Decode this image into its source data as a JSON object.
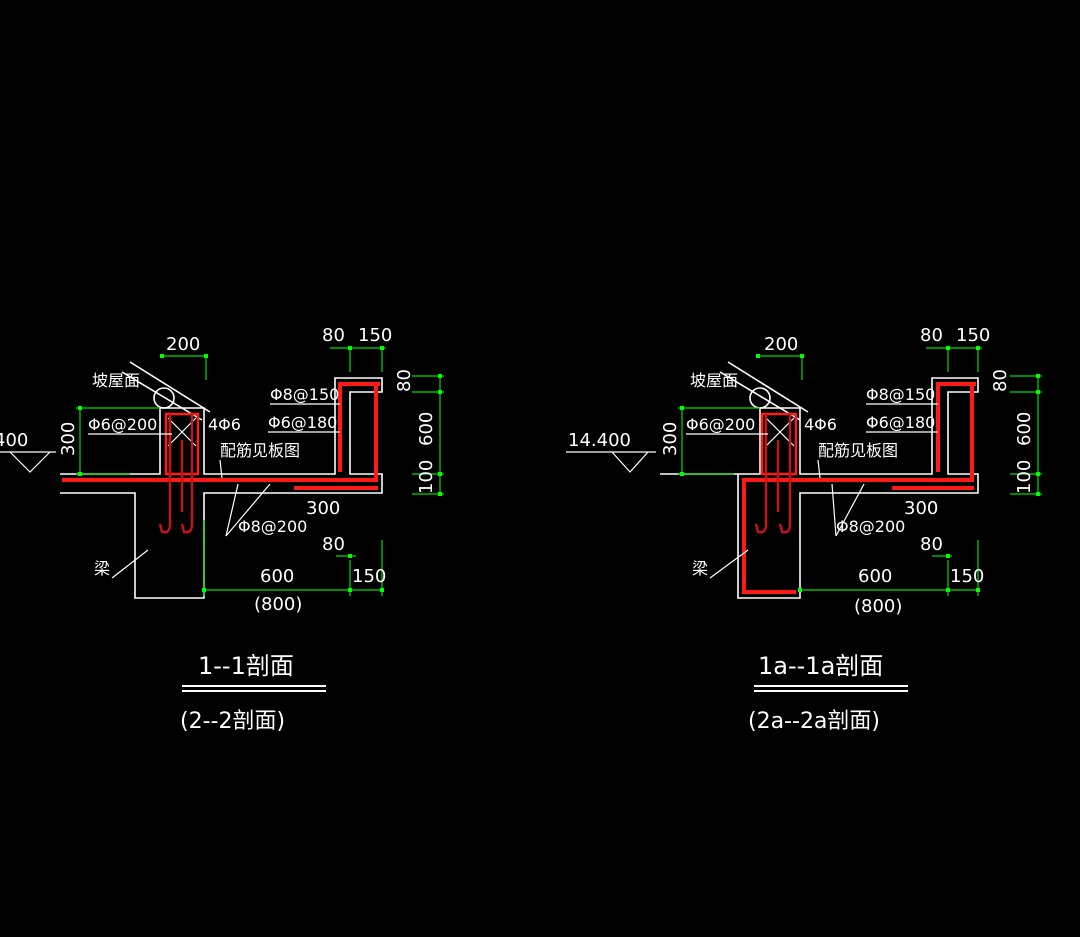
{
  "sections": [
    {
      "id": "s1",
      "title": "1--1剖面",
      "subtitle": "(2--2剖面)",
      "elevation": "400",
      "dims": {
        "beam_top": "200",
        "parapet_top_a": "80",
        "parapet_top_b": "150",
        "right_top": "80",
        "right_mid": "600",
        "right_bot": "100",
        "left_h": "300",
        "slab_len": "300",
        "bottom_a": "80",
        "bottom_span": "600",
        "bottom_b": "150",
        "bottom_alt": "(800)"
      },
      "labels": {
        "roof": "坡屋面",
        "stirrup": "Φ6@200",
        "bars": "4Φ6",
        "rebar_top": "Φ8@150",
        "rebar_mid": "Φ6@180",
        "slab_note": "配筋见板图",
        "slab_bar": "Φ8@200",
        "beam": "梁"
      }
    },
    {
      "id": "s2",
      "title": "1a--1a剖面",
      "subtitle": "(2a--2a剖面)",
      "elevation": "14.400",
      "dims": {
        "beam_top": "200",
        "parapet_top_a": "80",
        "parapet_top_b": "150",
        "right_top": "80",
        "right_mid": "600",
        "right_bot": "100",
        "left_h": "300",
        "slab_len": "300",
        "bottom_a": "80",
        "bottom_span": "600",
        "bottom_b": "150",
        "bottom_alt": "(800)"
      },
      "labels": {
        "roof": "坡屋面",
        "stirrup": "Φ6@200",
        "bars": "4Φ6",
        "rebar_top": "Φ8@150",
        "rebar_mid": "Φ6@180",
        "slab_note": "配筋见板图",
        "slab_bar": "Φ8@200",
        "beam": "梁"
      }
    }
  ],
  "colors": {
    "background": "#000000",
    "outline": "#ffffff",
    "rebar": "#ff1a1a",
    "dimension": "#00dd00"
  }
}
